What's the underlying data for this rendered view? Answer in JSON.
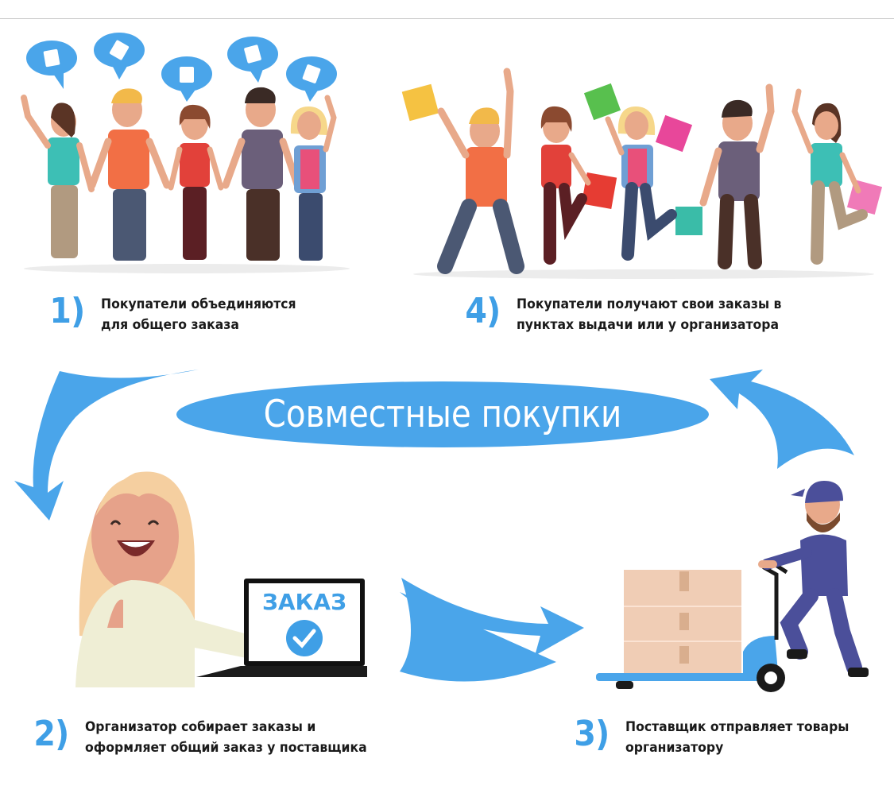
{
  "title": "Совместные покупки",
  "steps": [
    {
      "number": "1)",
      "text_line1": "Покупатели объединяются",
      "text_line2": "для общего заказа"
    },
    {
      "number": "2)",
      "text_line1": "Организатор собирает заказы и",
      "text_line2": "оформляет общий заказ у поставщика"
    },
    {
      "number": "3)",
      "text_line1": "Поставщик отправляет товары",
      "text_line2": "организатору"
    },
    {
      "number": "4)",
      "text_line1": "Покупатели получают свои заказы в",
      "text_line2": "пунктах выдачи или у организатора"
    }
  ],
  "laptop": {
    "screen_label": "ЗАКАЗ",
    "icon": "check-circle-icon"
  },
  "illustrations": {
    "group_buyers": "five people holding hands with shopping-bag speech bubbles",
    "happy_buyers": "five people jumping with colorful shopping bags",
    "organizer": "blonde woman with thumbs up at laptop",
    "supplier": "courier pushing pallet jack with boxes"
  },
  "colors": {
    "accent_blue": "#4aa5ea",
    "text_dark": "#1a1a1a",
    "background": "#ffffff"
  }
}
